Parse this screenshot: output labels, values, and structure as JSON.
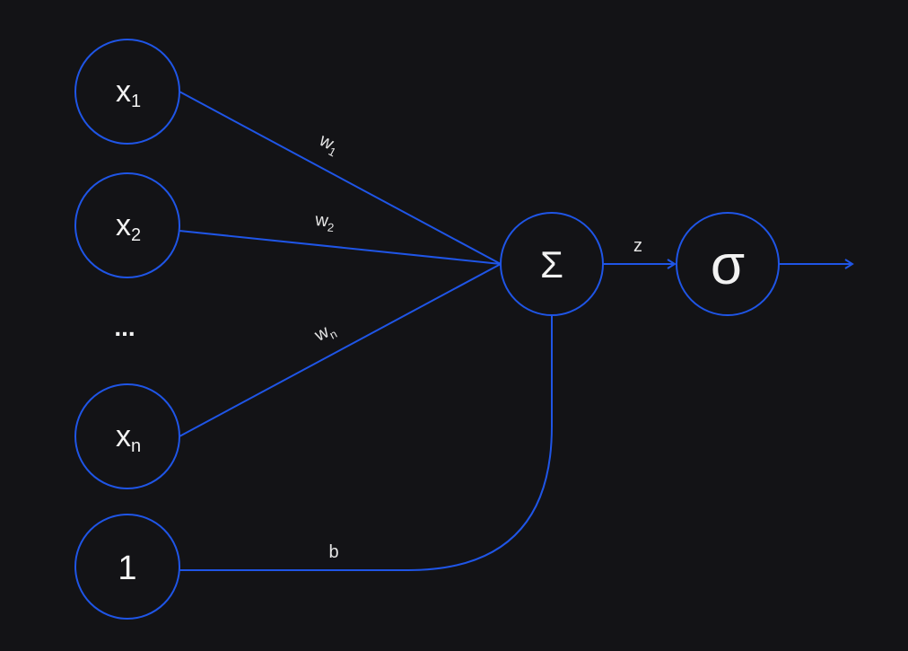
{
  "colors": {
    "background": "#131316",
    "stroke": "#1f55e6",
    "text": "#f2f2f2"
  },
  "nodes": {
    "x1": {
      "main": "x",
      "sub": "1"
    },
    "x2": {
      "main": "x",
      "sub": "2"
    },
    "ellipsis": "...",
    "xn": {
      "main": "x",
      "sub": "n"
    },
    "bias_input": "1",
    "sum": "Σ",
    "activation": "σ"
  },
  "edges": {
    "w1": {
      "main": "w",
      "sub": "1"
    },
    "w2": {
      "main": "w",
      "sub": "2"
    },
    "wn": {
      "main": "w",
      "sub": "n"
    },
    "bias": "b",
    "z": "z"
  }
}
